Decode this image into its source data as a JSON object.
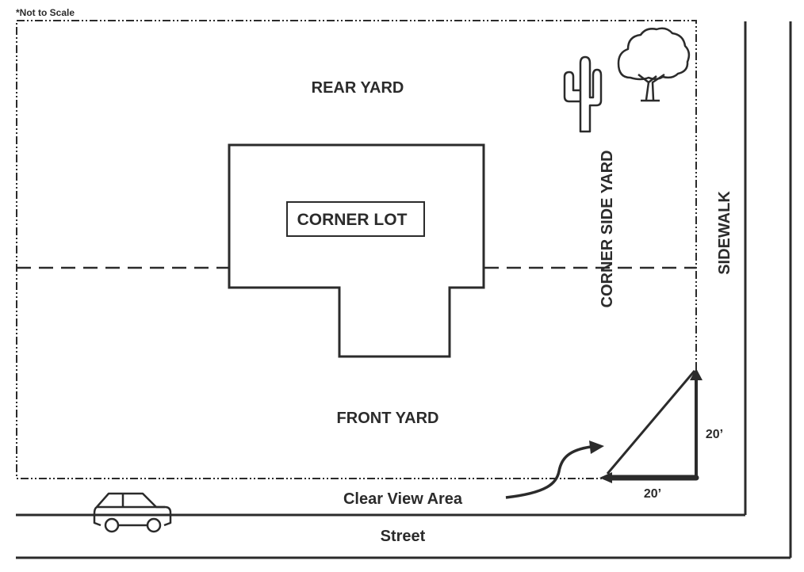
{
  "title": "Corner Lot Setback Diagram",
  "note": "*Not to Scale",
  "labels": {
    "rear_yard": "REAR YARD",
    "front_yard": "FRONT YARD",
    "corner_lot": "CORNER LOT",
    "corner_side_yard": "CORNER SIDE YARD",
    "sidewalk": "SIDEWALK",
    "street": "Street",
    "clear_view_area": "Clear View Area",
    "dim_vertical": "20’",
    "dim_horizontal": "20’"
  },
  "icons": [
    "cactus-icon",
    "tree-icon",
    "car-icon"
  ],
  "colors": {
    "ink": "#2b2b2b",
    "background": "#ffffff"
  }
}
